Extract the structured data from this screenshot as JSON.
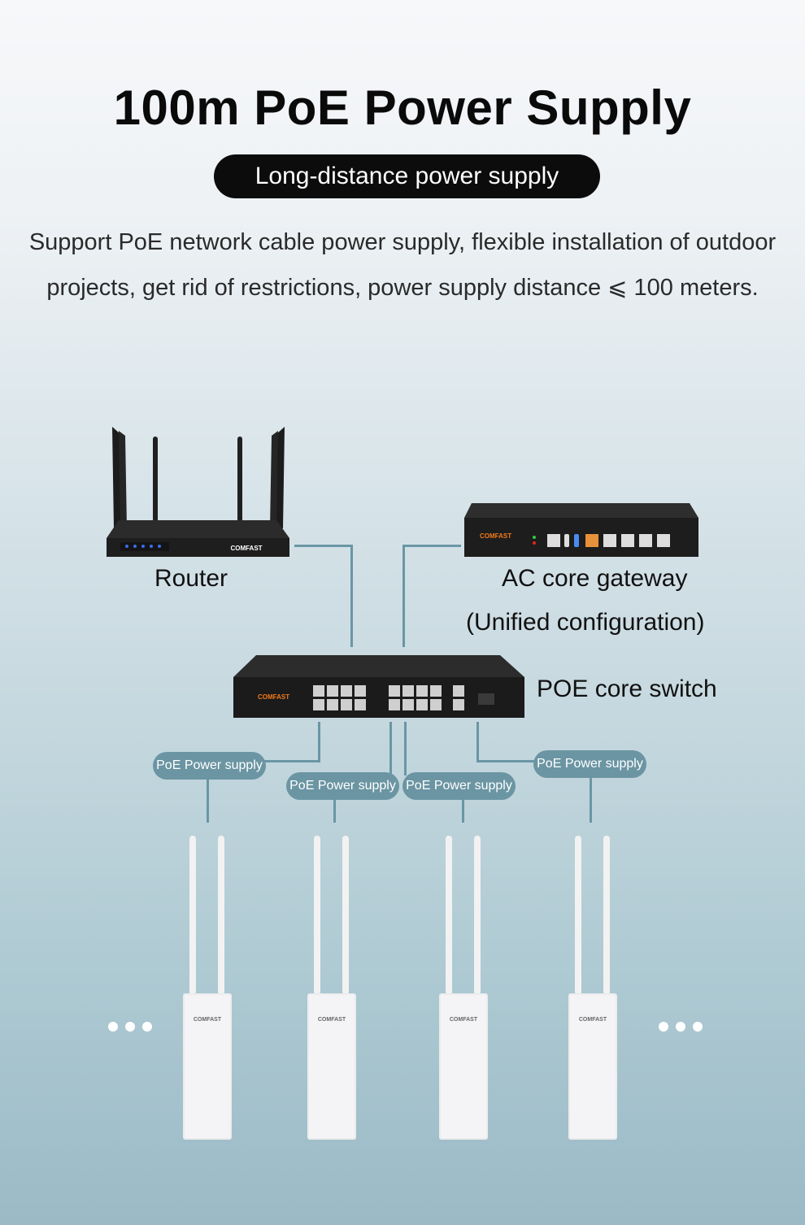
{
  "header": {
    "title": "100m PoE Power Supply",
    "subtitle_pill": "Long-distance power supply",
    "description_line1": "Support PoE network cable power supply, flexible installation of outdoor",
    "description_line2": "projects, get rid of restrictions, power supply distance ⩽ 100 meters."
  },
  "diagram": {
    "router": {
      "label": "Router",
      "brand": "COMFAST",
      "icon": "router-icon"
    },
    "ac_gateway": {
      "label_line1": "AC core gateway",
      "label_line2": "(Unified configuration)",
      "brand": "COMFAST",
      "icon": "gateway-icon"
    },
    "poe_switch": {
      "label": "POE core switch",
      "brand": "COMFAST",
      "icon": "switch-icon"
    },
    "poe_links": [
      {
        "label": "PoE Power supply"
      },
      {
        "label": "PoE Power supply"
      },
      {
        "label": "PoE Power supply"
      },
      {
        "label": "PoE Power supply"
      }
    ],
    "access_points": [
      {
        "brand": "COMFAST"
      },
      {
        "brand": "COMFAST"
      },
      {
        "brand": "COMFAST"
      },
      {
        "brand": "COMFAST"
      }
    ],
    "ellipsis_icon": "more-dots-icon"
  },
  "colors": {
    "connector": "#6a96a5",
    "pill_bg": "#0c0c0c",
    "poe_badge": "#6b95a3",
    "brand_orange": "#f07a1a"
  }
}
